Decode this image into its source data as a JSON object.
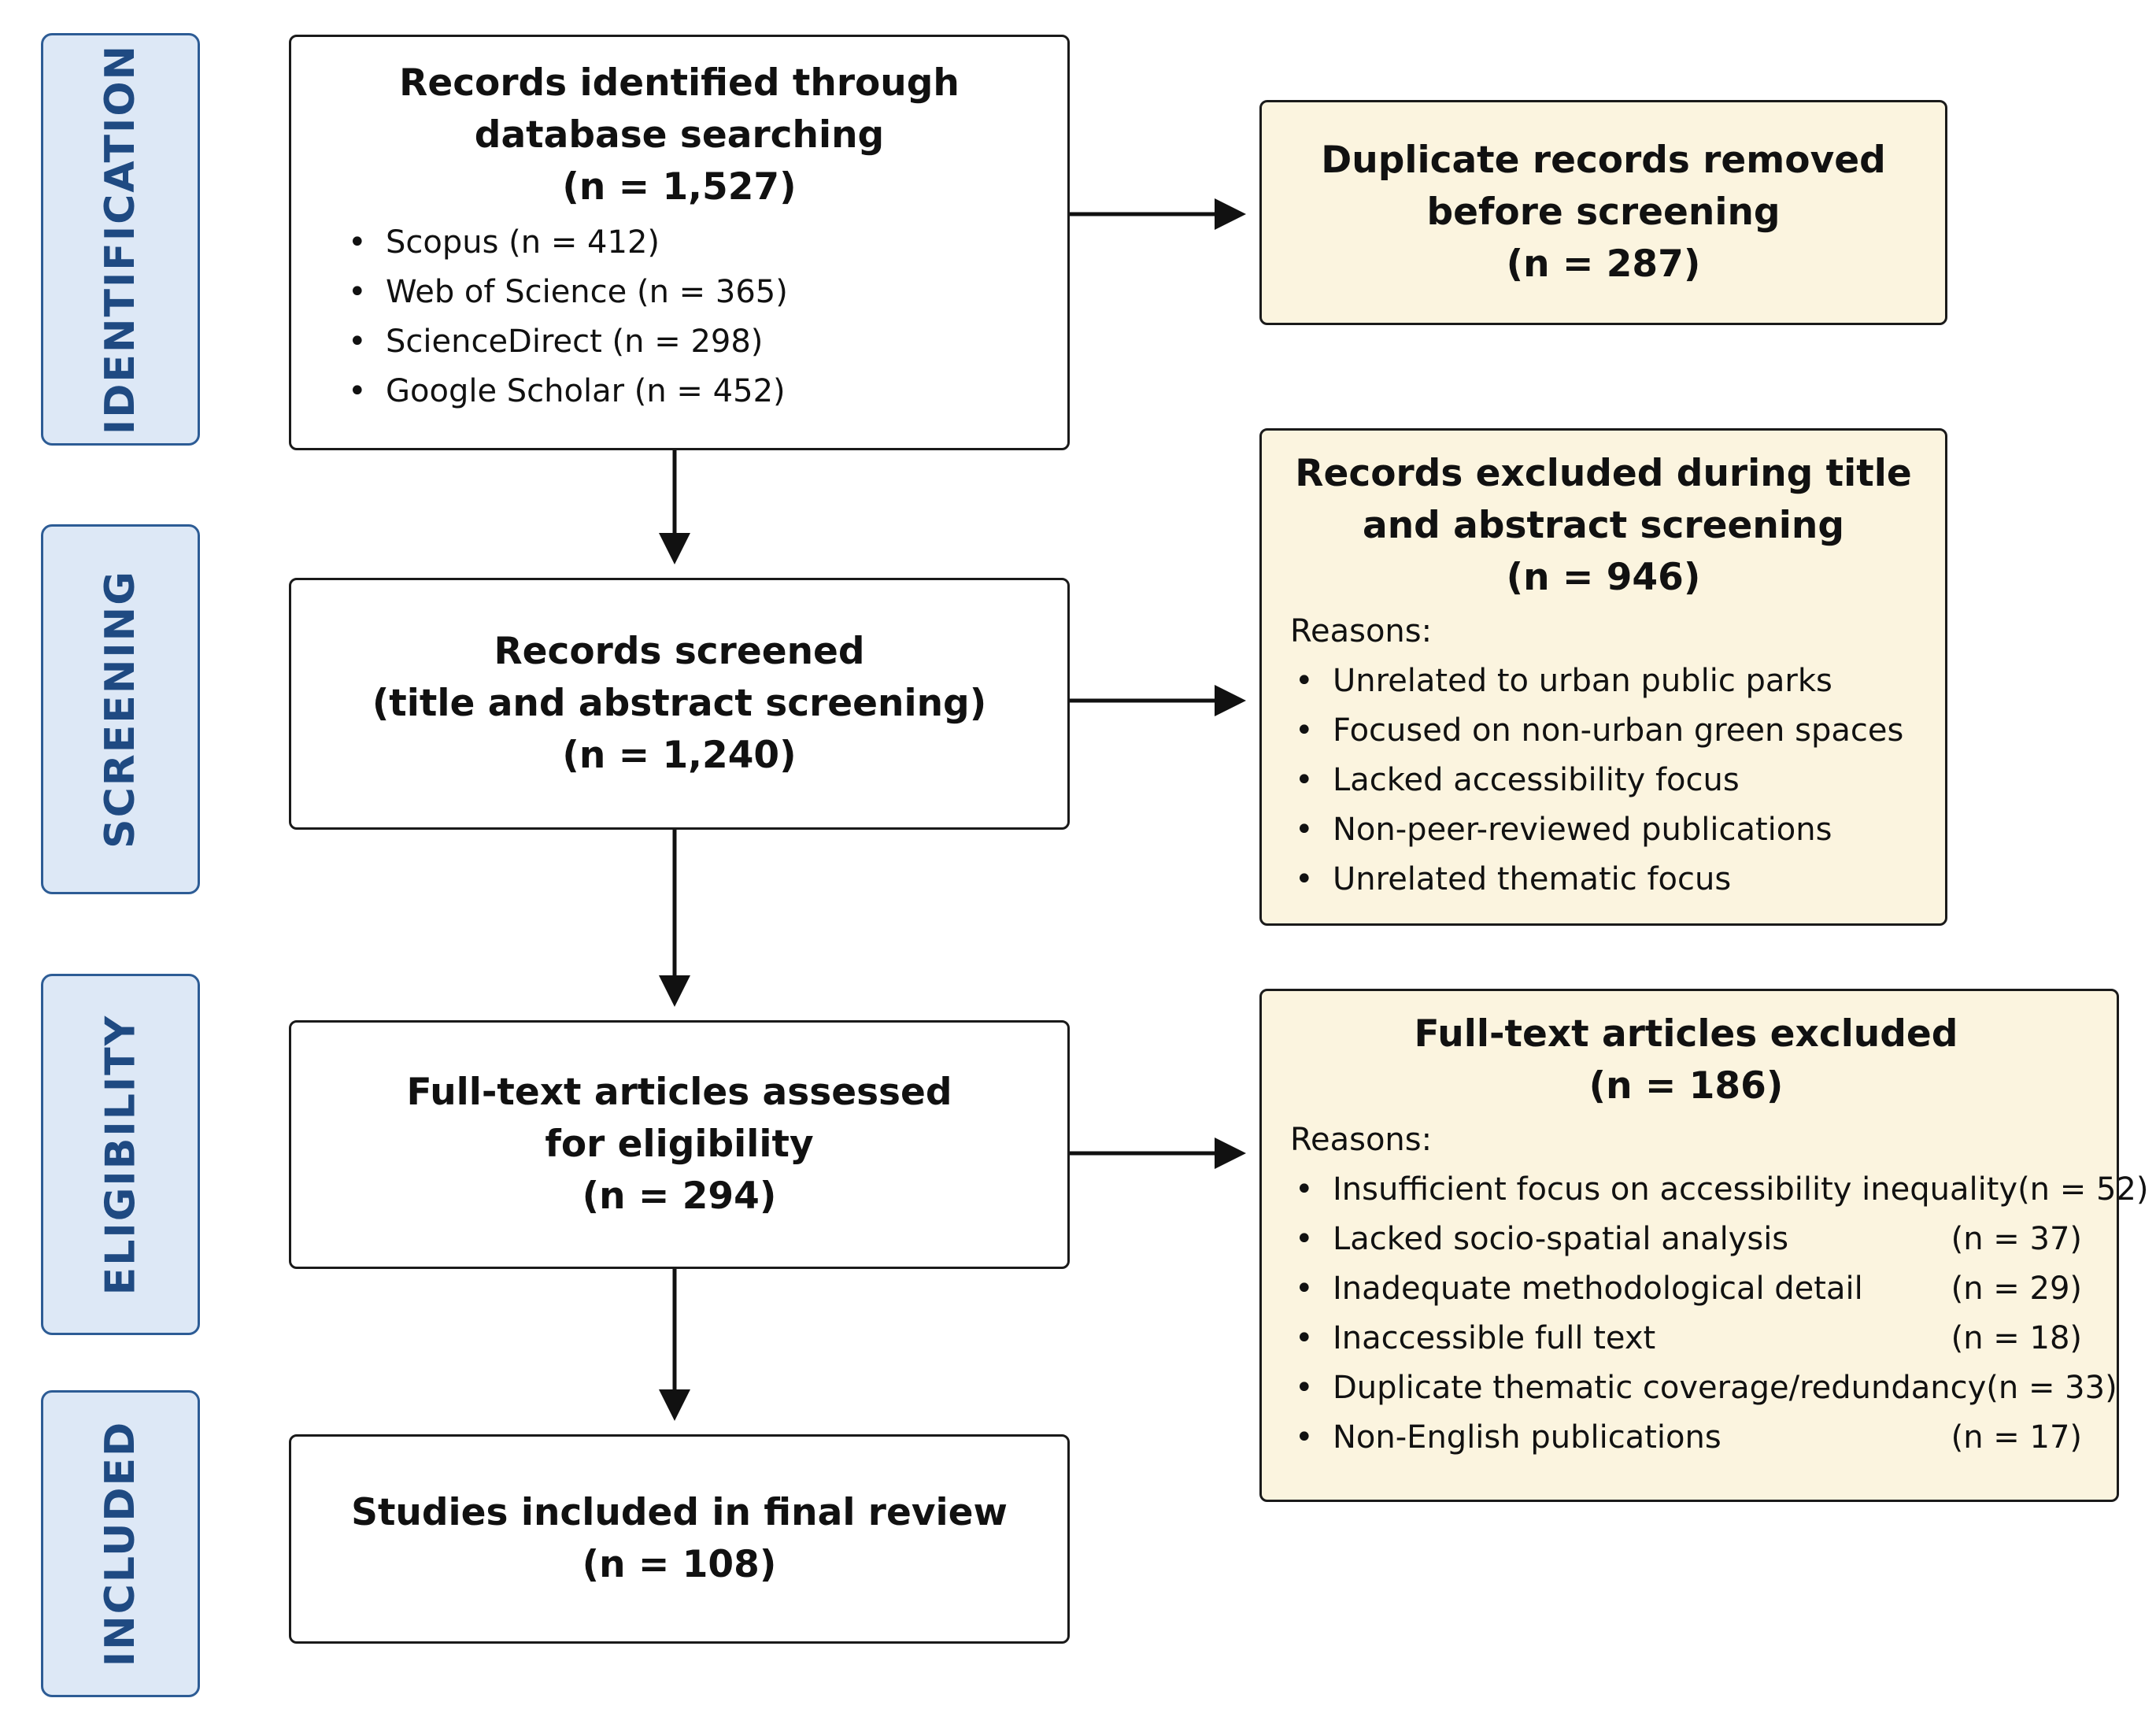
{
  "stages": {
    "identification": "IDENTIFICATION",
    "screening": "SCREENING",
    "eligibility": "ELIGIBILITY",
    "included": "INCLUDED"
  },
  "identified": {
    "title_line1": "Records identified through",
    "title_line2": "database searching",
    "count": "(n = 1,527)",
    "sources": [
      "Scopus (n = 412)",
      "Web of Science (n = 365)",
      "ScienceDirect (n = 298)",
      "Google Scholar (n = 452)"
    ]
  },
  "duplicates": {
    "title_line1": "Duplicate records removed",
    "title_line2": "before screening",
    "count": "(n = 287)"
  },
  "screened": {
    "title_line1": "Records screened",
    "title_line2": "(title and abstract screening)",
    "count": "(n = 1,240)"
  },
  "screen_excluded": {
    "title_line1": "Records excluded during title",
    "title_line2": "and abstract screening",
    "count": "(n = 946)",
    "reasons_label": "Reasons:",
    "reasons": [
      "Unrelated to urban public parks",
      "Focused on non-urban green spaces",
      "Lacked accessibility focus",
      "Non-peer-reviewed publications",
      "Unrelated thematic focus"
    ]
  },
  "eligibility": {
    "title_line1": "Full-text articles assessed",
    "title_line2": "for eligibility",
    "count": "(n = 294)"
  },
  "fulltext_excluded": {
    "title": "Full-text articles excluded",
    "count": "(n = 186)",
    "reasons_label": "Reasons:",
    "reasons": [
      {
        "label": "Insufficient focus on accessibility inequality",
        "n": "(n = 52)"
      },
      {
        "label": "Lacked socio-spatial analysis",
        "n": "(n = 37)"
      },
      {
        "label": "Inadequate methodological detail",
        "n": "(n = 29)"
      },
      {
        "label": "Inaccessible full text",
        "n": "(n = 18)"
      },
      {
        "label": "Duplicate thematic coverage/redundancy",
        "n": "(n = 33)"
      },
      {
        "label": "Non-English publications",
        "n": "(n = 17)"
      }
    ]
  },
  "included": {
    "title": "Studies included in final review",
    "count": "(n = 108)"
  }
}
